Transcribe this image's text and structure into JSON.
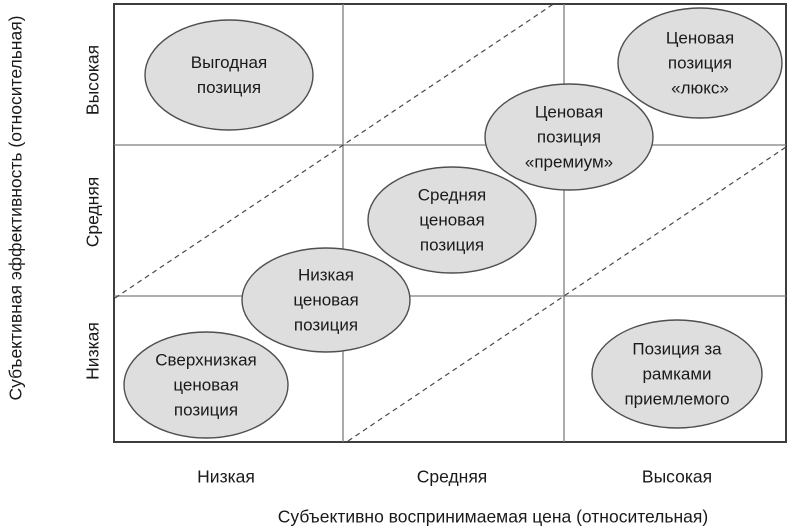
{
  "figure": {
    "title_context": "price-positioning matrix",
    "y_axis": {
      "title": "Субъективная эффективность (относительная)",
      "ticks": [
        "Высокая",
        "Средняя",
        "Низкая"
      ]
    },
    "x_axis": {
      "title": "Субъективно воспринимаемая цена (относительная)",
      "ticks": [
        "Низкая",
        "Средняя",
        "Высокая"
      ]
    },
    "ellipses": [
      {
        "id": "favorable-position",
        "label": "Выгодная\nпозиция"
      },
      {
        "id": "price-position-lux",
        "label": "Ценовая\nпозиция\n«люкс»"
      },
      {
        "id": "price-position-premium",
        "label": "Ценовая\nпозиция\n«премиум»"
      },
      {
        "id": "medium-price-position",
        "label": "Средняя\nценовая\nпозиция"
      },
      {
        "id": "low-price-position",
        "label": "Низкая\nценовая\nпозиция"
      },
      {
        "id": "ultra-low-price-position",
        "label": "Сверхнизкая\nценовая\nпозиция"
      },
      {
        "id": "position-beyond-acceptable",
        "label": "Позиция за\nрамками\nприемлемого"
      }
    ],
    "colors": {
      "background": "#ffffff",
      "ellipse_fill": "#dedede",
      "ellipse_stroke": "#4f4f4f",
      "grid_line": "#7d7d7d",
      "border": "#3d3d3d",
      "dashed_line": "#4a4a4a",
      "text": "#1a1a1a"
    }
  }
}
